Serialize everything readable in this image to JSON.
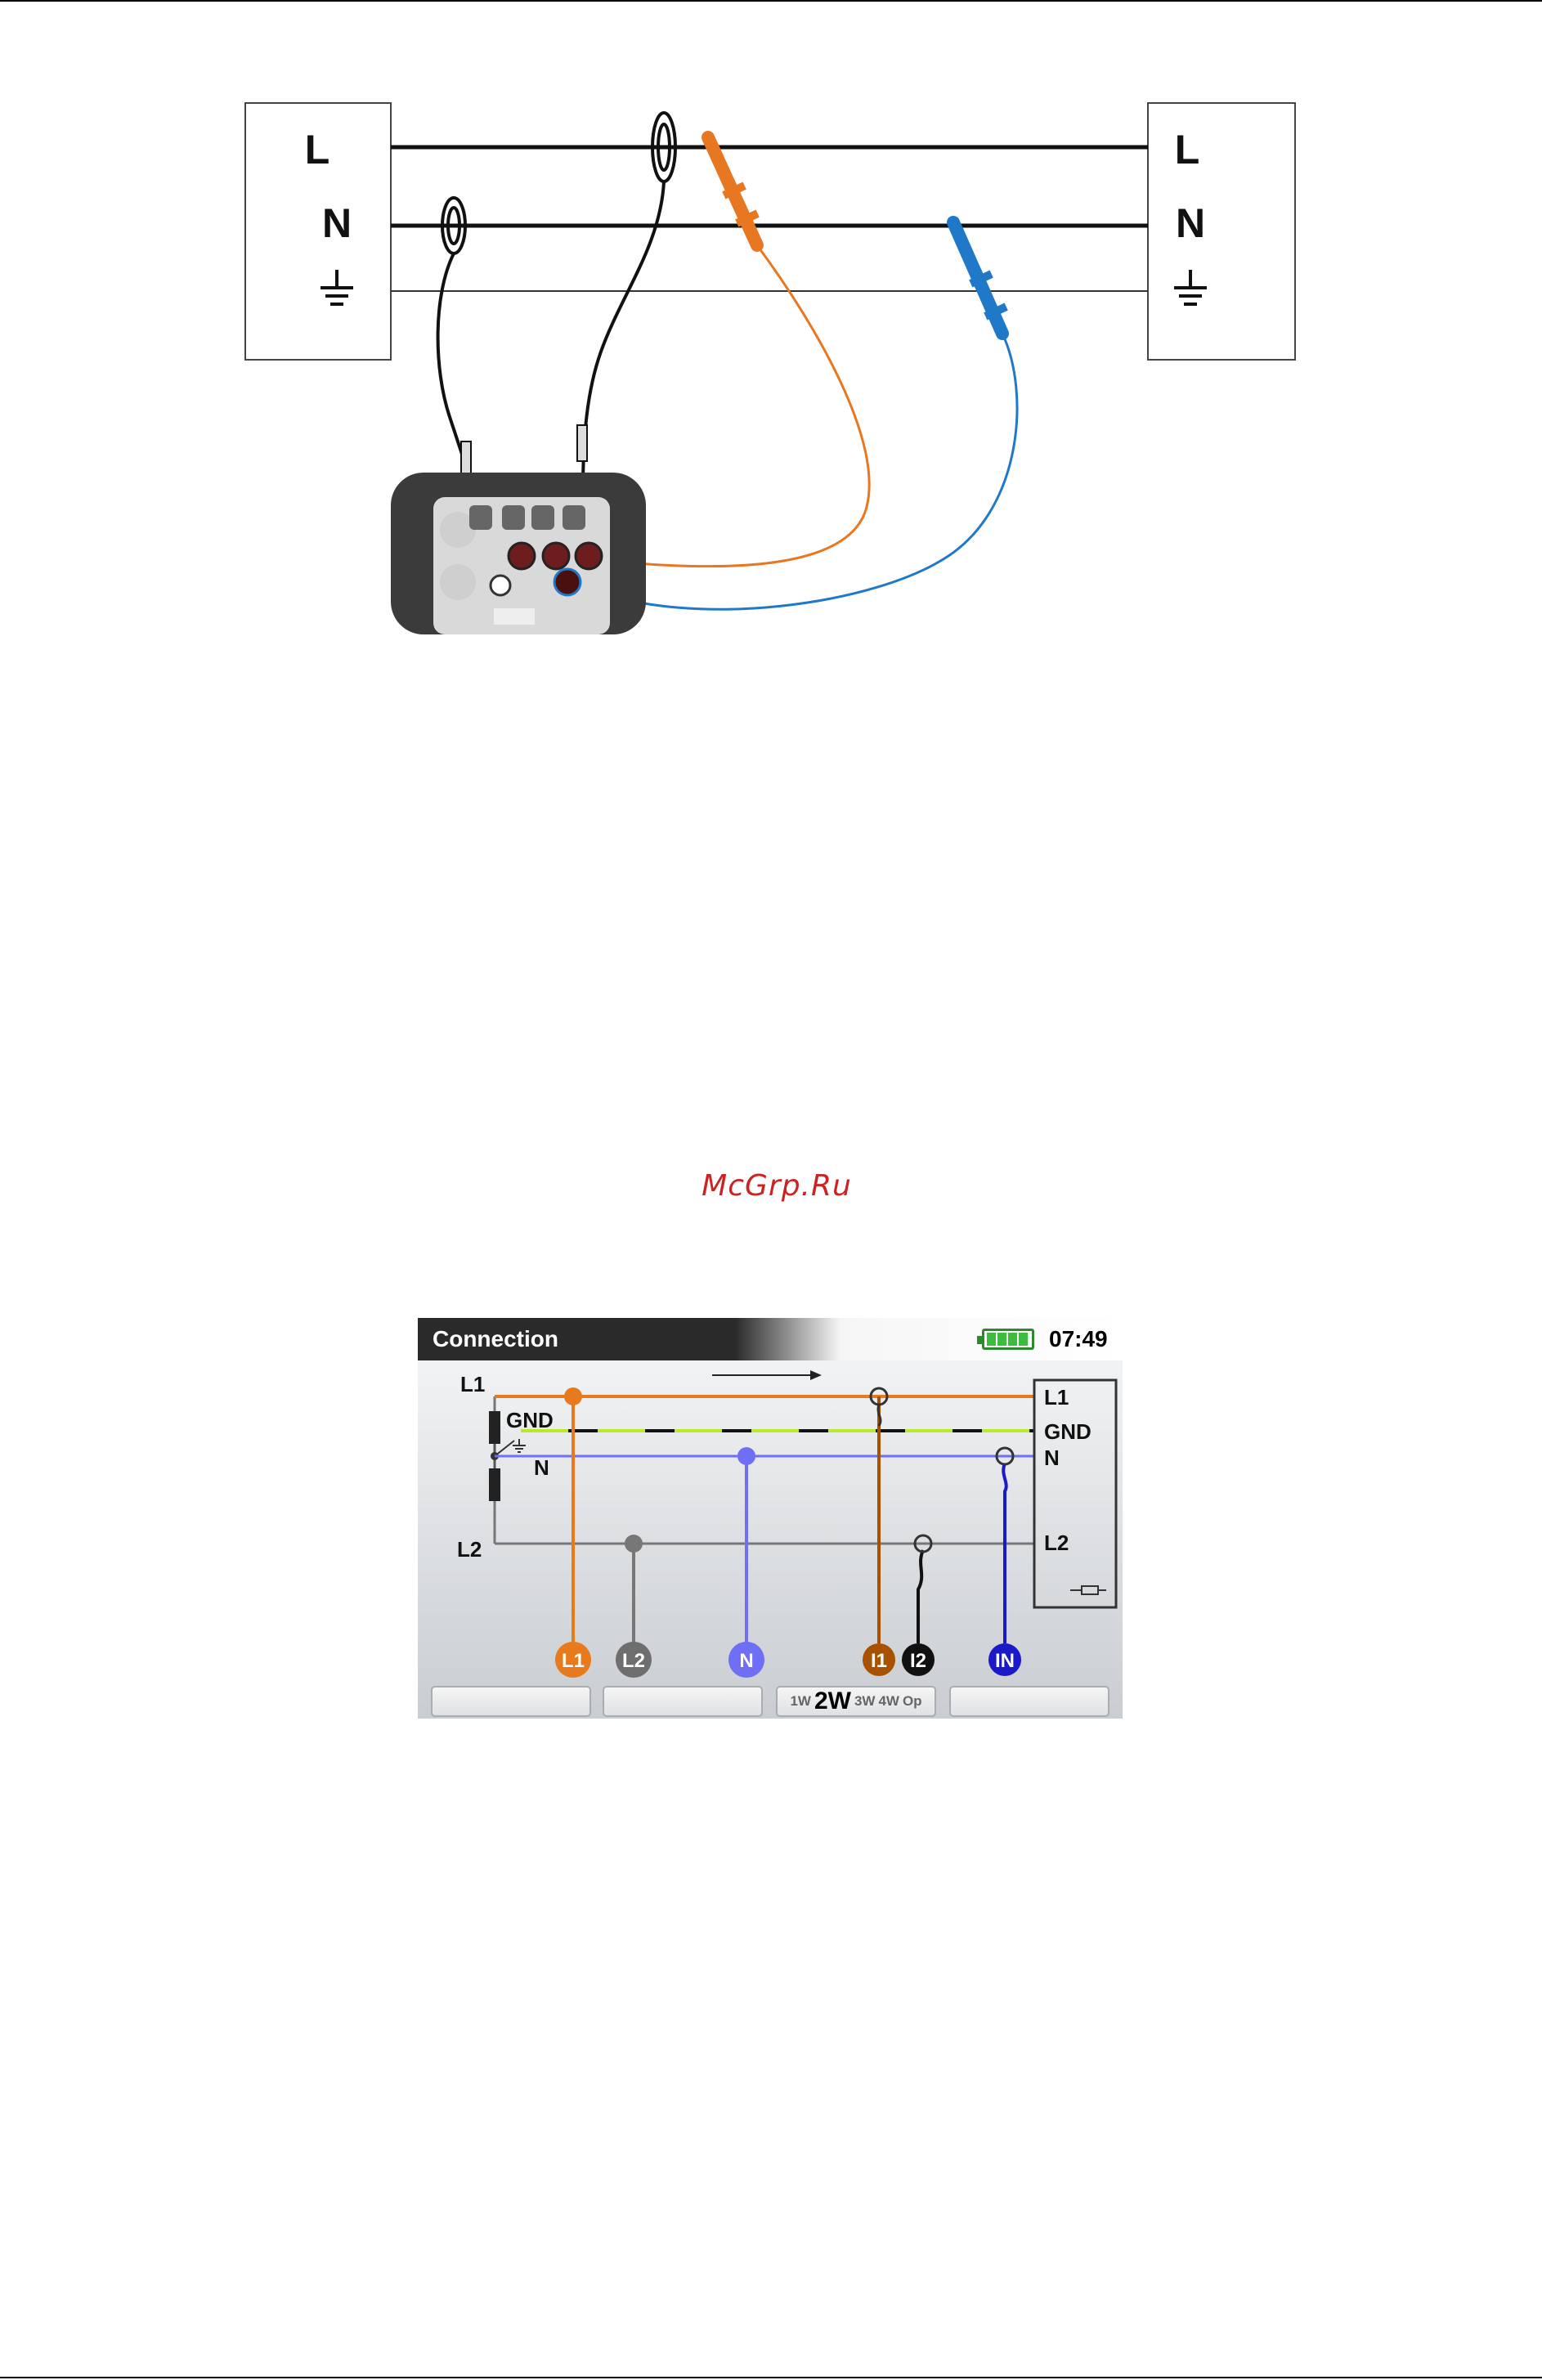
{
  "wiring_figure": {
    "left_box": {
      "line": "L",
      "neutral": "N",
      "earth": "earth-ground-icon"
    },
    "right_box": {
      "line": "L",
      "neutral": "N",
      "earth": "earth-ground-icon"
    },
    "colors": {
      "voltage_lead": "#e87722",
      "neutral_lead": "#1f78c8",
      "clamp": "#111111"
    }
  },
  "watermark": "McGrp.Ru",
  "screen": {
    "title": "Connection",
    "time": "07:49",
    "labels": {
      "left_l1": "L1",
      "left_gnd": "GND",
      "left_n": "N",
      "left_l2": "L2",
      "load_l1": "L1",
      "load_gnd": "GND",
      "load_n": "N",
      "load_l2": "L2"
    },
    "terminals": {
      "l1": "L1",
      "l2": "L2",
      "n": "N",
      "i1": "I1",
      "i2": "I2",
      "in": "IN"
    },
    "colors": {
      "l1": "#e87a1e",
      "l2": "#6e6e6e",
      "n": "#6f6ff5",
      "i1": "#a85200",
      "i2": "#111111",
      "in": "#1a1ac8",
      "gnd": "#b8ea2a"
    },
    "function_keys": {
      "f1": "",
      "f2": "",
      "modes": [
        "1W",
        "2W",
        "3W",
        "4W",
        "Op"
      ],
      "selected_mode": "2W",
      "f4": ""
    }
  }
}
